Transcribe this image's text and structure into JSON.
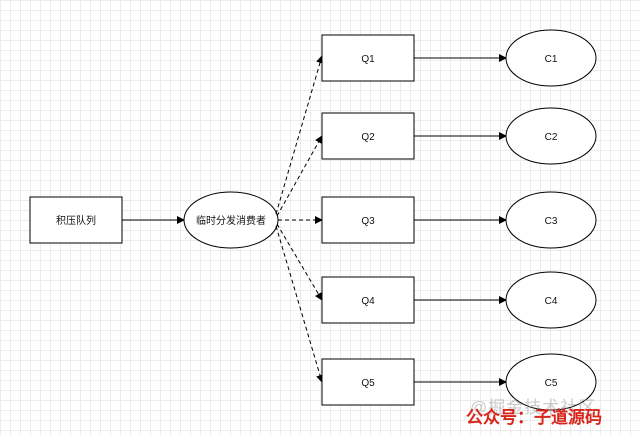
{
  "nodes": {
    "source": {
      "label": "积压队列"
    },
    "dispatcher": {
      "label": "临时分发消费者"
    },
    "queues": [
      {
        "label": "Q1"
      },
      {
        "label": "Q2"
      },
      {
        "label": "Q3"
      },
      {
        "label": "Q4"
      },
      {
        "label": "Q5"
      }
    ],
    "consumers": [
      {
        "label": "C1"
      },
      {
        "label": "C2"
      },
      {
        "label": "C3"
      },
      {
        "label": "C4"
      },
      {
        "label": "C5"
      }
    ]
  },
  "watermarks": {
    "faint": "@掘金技术社区",
    "brand": "公众号：子道源码"
  },
  "colors": {
    "stroke": "#000000",
    "grid": "#ececec",
    "brand": "#d8261c"
  }
}
